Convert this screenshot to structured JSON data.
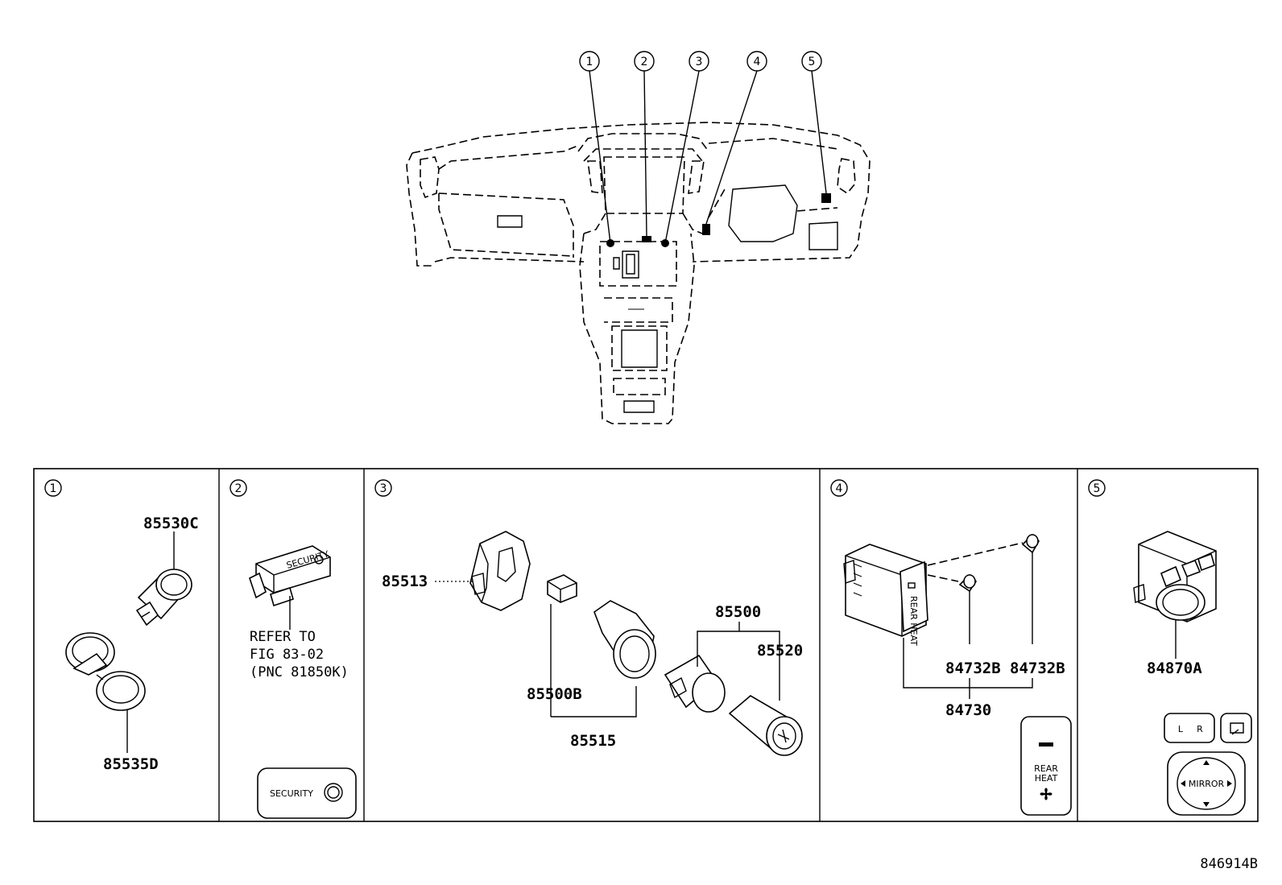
{
  "overview": {
    "callouts": [
      "1",
      "2",
      "3",
      "4",
      "5"
    ]
  },
  "panels": [
    {
      "num": "1",
      "parts": [
        "85530C",
        "85535D"
      ]
    },
    {
      "num": "2",
      "refer": [
        "REFER TO",
        "FIG 83-02",
        "(PNC 81850K)"
      ],
      "switch_label": "SECURITY",
      "part_stamp": "SECURITY"
    },
    {
      "num": "3",
      "parts": [
        "85513",
        "85500",
        "85520",
        "85500B",
        "85515"
      ]
    },
    {
      "num": "4",
      "parts": [
        "84732B",
        "84732B",
        "84730"
      ],
      "switch_text": [
        "REAR",
        "HEAT"
      ],
      "part_stamp": "REAR HEAT"
    },
    {
      "num": "5",
      "parts": [
        "84870A"
      ],
      "switch_lr": [
        "L",
        "R"
      ],
      "switch_mirror": "MIRROR"
    }
  ],
  "figure_id": "846914B"
}
